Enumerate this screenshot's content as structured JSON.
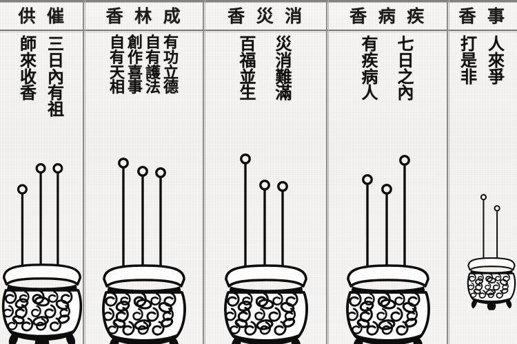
{
  "document": {
    "kind": "incense-divination-chart",
    "background_color": "#f4f3f1",
    "ink_color": "#111111",
    "rule_color": "#8a8a8a"
  },
  "panels": [
    {
      "id": "panel-1",
      "header": [
        "供",
        "催"
      ],
      "header_reading": "催供香",
      "columns": [
        [
          "三",
          "日",
          "內",
          "有",
          "祖"
        ],
        [
          "師",
          "來",
          "收",
          "香"
        ]
      ],
      "censer": {
        "stick_count": 3,
        "stick_heights": [
          118,
          150,
          150
        ],
        "clipped": "left"
      }
    },
    {
      "id": "panel-2",
      "header": [
        "香",
        "林",
        "成"
      ],
      "header_reading": "成林香",
      "columns": [
        [
          "有",
          "功",
          "立",
          "德"
        ],
        [
          "自",
          "有",
          "護",
          "法"
        ],
        [
          "創",
          "作",
          "喜",
          "事"
        ],
        [
          "自",
          "有",
          "天",
          "相"
        ]
      ],
      "censer": {
        "stick_count": 3,
        "stick_heights": [
          152,
          140,
          138
        ],
        "clipped": "none"
      }
    },
    {
      "id": "panel-3",
      "header": [
        "香",
        "災",
        "消"
      ],
      "header_reading": "消災香",
      "columns": [
        [
          "災",
          "消",
          "難",
          "滿"
        ],
        [
          "百",
          "福",
          "並",
          "生"
        ]
      ],
      "censer": {
        "stick_count": 3,
        "stick_heights": [
          158,
          120,
          118
        ],
        "clipped": "none"
      }
    },
    {
      "id": "panel-4",
      "header": [
        "香",
        "病",
        "疾"
      ],
      "header_reading": "疾病香",
      "columns": [
        [
          "七",
          "日",
          "之",
          "內"
        ],
        [
          "有",
          "疾",
          "病",
          "人"
        ]
      ],
      "censer": {
        "stick_count": 3,
        "stick_heights": [
          128,
          114,
          156
        ],
        "clipped": "none"
      }
    },
    {
      "id": "panel-5",
      "header": [
        "香",
        "事"
      ],
      "header_reading": "事香",
      "columns": [
        [
          "人",
          "來",
          "爭"
        ],
        [
          "打",
          "是",
          "非"
        ]
      ],
      "censer": {
        "stick_count": 2,
        "stick_heights": [
          156,
          128
        ],
        "clipped": "right"
      }
    }
  ],
  "layout": {
    "panel_edges": [
      0,
      122,
      296,
      475,
      650,
      750
    ]
  }
}
